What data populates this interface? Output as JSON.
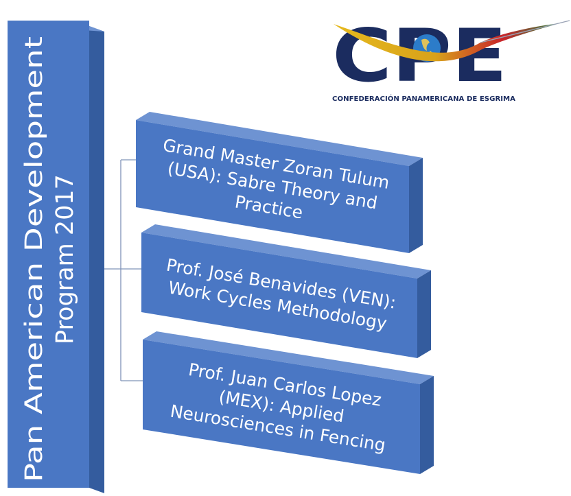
{
  "logo": {
    "letters": "CPE",
    "subtitle": "CONFEDERACIÓN PANAMERICANA DE ESGRIMA",
    "colors": {
      "navy": "#1b2c5f",
      "swoosh_yellow": "#e6b91e",
      "swoosh_red": "#c8242a",
      "swoosh_green": "#2e8b3e",
      "globe_blue": "#2c7cc9"
    }
  },
  "program": {
    "line1": "Pan American Development",
    "line2": "Program 2017"
  },
  "sessions": [
    {
      "lines": [
        "Grand Master Zoran Tulum",
        "(USA): Sabre Theory and",
        "Practice"
      ]
    },
    {
      "lines": [
        "Prof. José Benavides (VEN):",
        "Work Cycles Methodology"
      ]
    },
    {
      "lines": [
        "Prof. Juan Carlos Lopez",
        "(MEX): Applied",
        "Neurosciences in Fencing"
      ]
    }
  ],
  "colors": {
    "box_front": "#4a77c4",
    "box_side": "#345c9e",
    "box_top": "#6e93d2",
    "connector": "#7f93b8"
  }
}
